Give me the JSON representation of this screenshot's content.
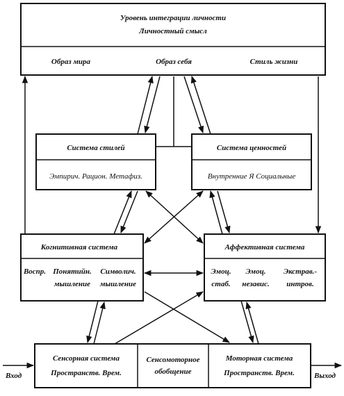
{
  "top": {
    "title_line1": "Уровень интеграции личности",
    "title_line2": "Личностный смысл",
    "image_world": "Образ мира",
    "image_self": "Образ себя",
    "life_style": "Стиль жизни"
  },
  "styles": {
    "title": "Система стилей",
    "items": "Эмпирич. Рацион. Метафиз."
  },
  "values": {
    "title": "Система ценностей",
    "items": "Внутренние Я Социальные"
  },
  "cognitive": {
    "title": "Когнитивная система",
    "perception": "Воспр.",
    "conceptual_line1": "Понятийн.",
    "conceptual_line2": "мышление",
    "symbolic_line1": "Символич.",
    "symbolic_line2": "мышление"
  },
  "affective": {
    "title": "Аффективная система",
    "col1_line1": "Эмоц.",
    "col1_line2": "стаб.",
    "col2_line1": "Эмоц.",
    "col2_line2": "независ.",
    "col3_line1": "Экстрав.-",
    "col3_line2": "интров."
  },
  "sensory": {
    "title": "Сенсорная система",
    "items": "Пространств. Врем."
  },
  "sensorimotor": {
    "line1": "Сенсомоторное",
    "line2": "обобщение"
  },
  "motor": {
    "title": "Моторная система",
    "items": "Пространств. Врем."
  },
  "io": {
    "input": "Вход",
    "output": "Выход"
  }
}
